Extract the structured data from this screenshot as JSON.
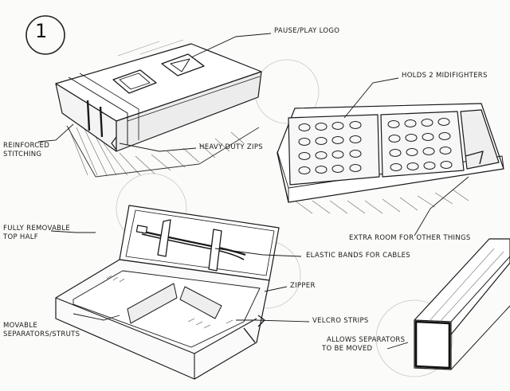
{
  "sheet": {
    "number": "1",
    "labels": {
      "pause_play_logo": "PAUSE/PLAY LOGO",
      "holds_midi": "HOLDS 2 MIDIFIGHTERS",
      "reinforced_1": "REINFORCED",
      "reinforced_2": "STITCHING",
      "heavy_duty_zips": "HEAVY DUTY ZIPS",
      "fully_removable_1": "FULLY REMOVABLE",
      "fully_removable_2": "TOP HALF",
      "extra_room": "EXTRA ROOM FOR OTHER THINGS",
      "elastic_bands": "ELASTIC BANDS FOR CABLES",
      "zipper": "ZIPPER",
      "movable_1": "MOVABLE",
      "movable_2": "SEPARATORS/STRUTS",
      "velcro": "VELCRO STRIPS",
      "allows_1": "ALLOWS SEPARATORS",
      "allows_2": "TO BE MOVED"
    }
  }
}
